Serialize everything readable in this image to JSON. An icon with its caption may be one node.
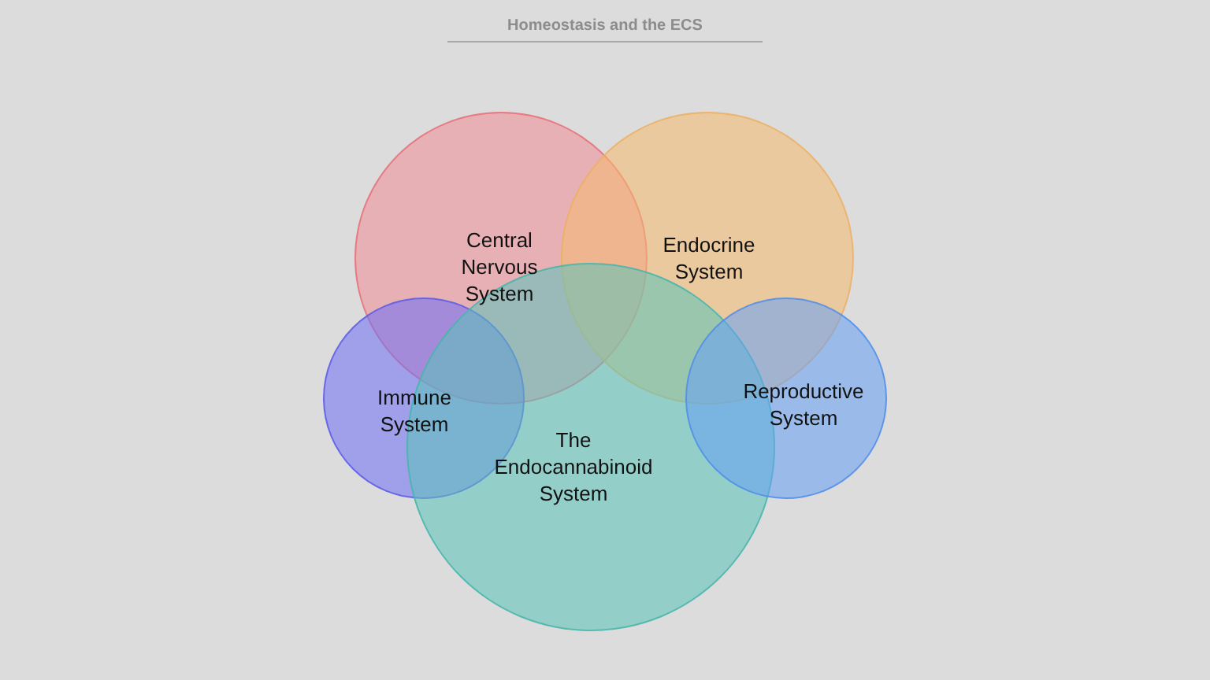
{
  "diagram": {
    "title": "Homeostasis and the ECS",
    "nodes": [
      {
        "text": [
          "Central Nervous System"
        ]
      },
      {
        "text": [
          "Endocrine System"
        ]
      },
      {
        "text": [
          "Immune System"
        ]
      },
      {
        "text": [
          "The Endocannabinoid System"
        ]
      },
      {
        "text": [
          "Reproductive System"
        ]
      }
    ],
    "edges": []
  }
}
